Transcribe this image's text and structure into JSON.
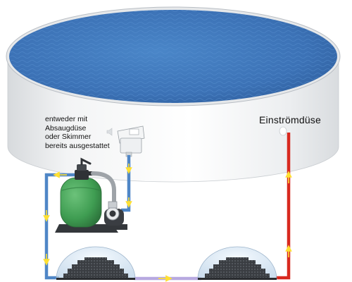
{
  "labels": {
    "skimmer_note_lines": [
      "entweder mit",
      "Absaugdüse",
      "oder Skimmer",
      "bereits ausgestattet"
    ],
    "inlet_nozzle": "Einströmdüse"
  },
  "colors": {
    "pool_water": "#3d74b8",
    "pool_wall": "#eef0f2",
    "supply_pipe": "#4f86c6",
    "return_pipe": "#d8291f",
    "collector_link": "#b7a9e0",
    "filter_tank": "#3f9d52",
    "flow_arrow": "#ffe033"
  },
  "icons": {
    "flow_direction": "arrow-icon",
    "filter": "sand-filter-icon",
    "pump": "pump-icon",
    "skimmer": "skimmer-icon",
    "solar": "solar-collector-dome-icon",
    "nozzle": "inlet-nozzle-icon",
    "speaker": "speaker-icon"
  }
}
